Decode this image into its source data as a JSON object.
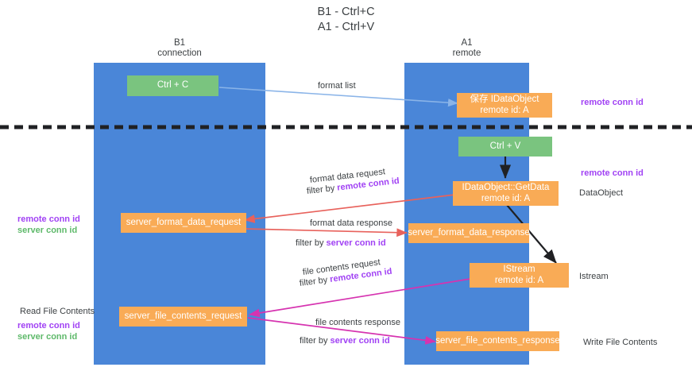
{
  "title": {
    "line1": "B1 - Ctrl+C",
    "line2": "A1 - Ctrl+V"
  },
  "columns": [
    {
      "name": "B1",
      "sub": "connection"
    },
    {
      "name": "A1",
      "sub": "remote"
    }
  ],
  "boxes": {
    "ctrl_c": "Ctrl + C",
    "ctrl_v": "Ctrl + V",
    "idataobject_top_l1": "保存 IDataObject",
    "idataobject_top_l2": "remote id: A",
    "getdata_l1": "IDataObject::GetData",
    "getdata_l2": "remote id: A",
    "istream_l1": "IStream",
    "istream_l2": "remote id: A",
    "server_format_data_request": "server_format_data_request",
    "server_format_data_response": "server_format_data_response",
    "server_file_contents_request": "server_file_contents_request",
    "server_file_contents_response": "server_file_contents_response"
  },
  "flow_labels": {
    "format_list": "format list",
    "format_data_request": "format data request",
    "format_data_request_filter_prefix": "filter by ",
    "format_data_request_filter_key": "remote conn id",
    "format_data_response": "format data response",
    "format_data_response_filter_prefix": "filter by ",
    "format_data_response_filter_key": "server conn id",
    "file_contents_request": "file contents request",
    "file_contents_request_filter_prefix": "filter by ",
    "file_contents_request_filter_key": "remote conn id",
    "file_contents_response": "file contents response",
    "file_contents_response_filter_prefix": "filter by ",
    "file_contents_response_filter_key": "server conn id"
  },
  "side_notes": {
    "right_remote_conn_id_top": "remote conn id",
    "right_remote_conn_id_mid": "remote conn id",
    "right_dataobject": "DataObject",
    "right_istream": "Istream",
    "right_write_file_contents": "Write File Contents",
    "left_remote_conn_id_mid": "remote conn id",
    "left_server_conn_id_mid": "server conn id",
    "left_read_file_contents": "Read File Contents",
    "left_remote_conn_id_bottom": "remote conn id",
    "left_server_conn_id_bottom": "server conn id"
  },
  "colors": {
    "lane": "#4a86d8",
    "green_box": "#7ac47f",
    "orange_box": "#f9ab56",
    "purple_text": "#a142f4",
    "green_text": "#5eb96a",
    "arrow_blue": "#8ab4e8",
    "arrow_red": "#e8625c",
    "arrow_magenta": "#d633b0",
    "arrow_black": "#202124",
    "divider": "#202124"
  }
}
